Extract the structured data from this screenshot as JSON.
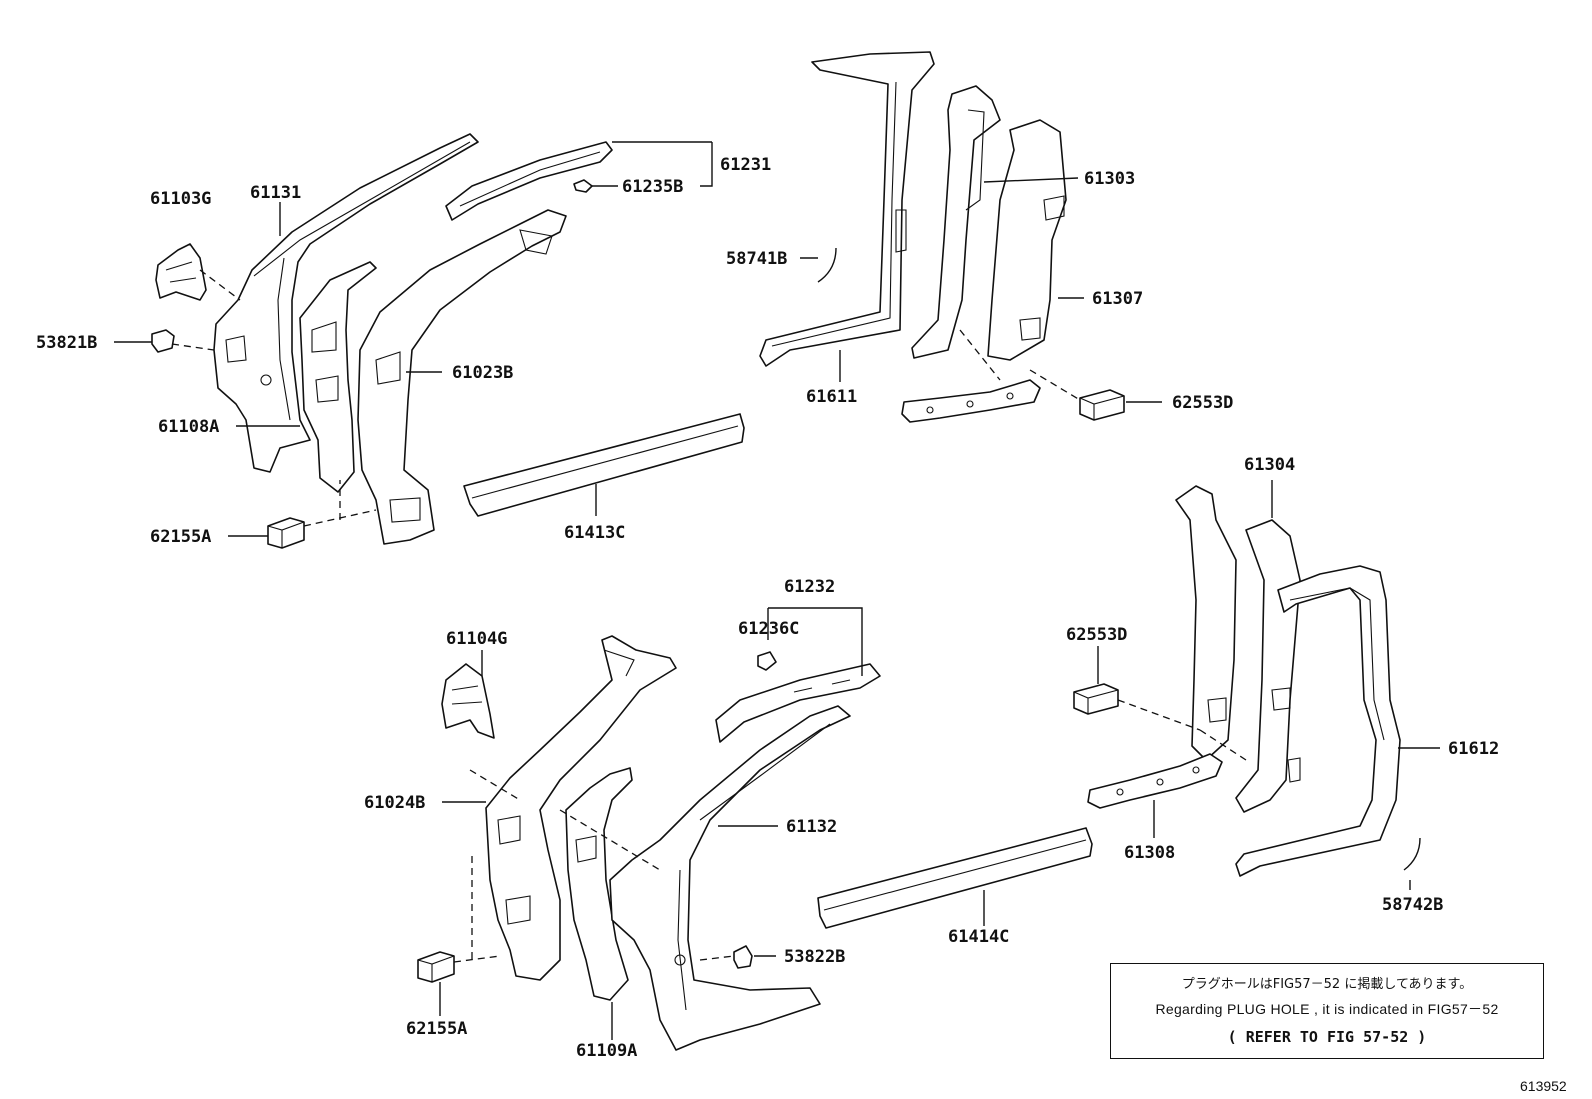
{
  "labels": {
    "p61231": "61231",
    "p61235B": "61235B",
    "p61103G": "61103G",
    "p61131": "61131",
    "p53821B": "53821B",
    "p61023B": "61023B",
    "p61108A": "61108A",
    "p62155A_top": "62155A",
    "p61413C": "61413C",
    "p58741B": "58741B",
    "p61611": "61611",
    "p61303": "61303",
    "p61307": "61307",
    "p62553D_top": "62553D",
    "p61304": "61304",
    "p61232": "61232",
    "p61236C": "61236C",
    "p61104G": "61104G",
    "p62553D_bot": "62553D",
    "p61024B": "61024B",
    "p61132": "61132",
    "p61612": "61612",
    "p61308": "61308",
    "p61414C": "61414C",
    "p58742B": "58742B",
    "p53822B": "53822B",
    "p62155A_bot": "62155A",
    "p61109A": "61109A"
  },
  "notice": {
    "japanese": "プラグホールはFIG57－52 に掲載してあります。",
    "english": "Regarding PLUG HOLE , it is indicated in FIG57－52",
    "refer": "(   REFER TO FIG 57-52 )"
  },
  "figure_number": "613952"
}
